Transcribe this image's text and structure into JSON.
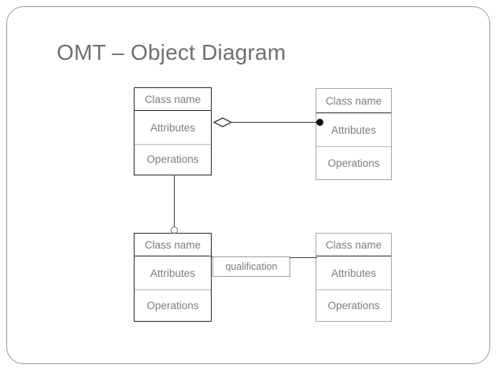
{
  "slide": {
    "title": "OMT – Object Diagram",
    "frame_color": "#9a9a9a",
    "background": "#ffffff",
    "title_color": "#6f6f6f"
  },
  "diagram": {
    "type": "OMT object diagram",
    "classes": [
      {
        "id": "top-left",
        "name": "Class name",
        "attributes_label": "Attributes",
        "operations_label": "Operations",
        "border_color": "#262626"
      },
      {
        "id": "top-right",
        "name": "Class name",
        "attributes_label": "Attributes",
        "operations_label": "Operations",
        "border_color": "#a8a8a8"
      },
      {
        "id": "bottom-left",
        "name": "Class name",
        "attributes_label": "Attributes",
        "operations_label": "Operations",
        "border_color": "#262626"
      },
      {
        "id": "bottom-right",
        "name": "Class name",
        "attributes_label": "Attributes",
        "operations_label": "Operations",
        "border_color": "#a8a8a8"
      }
    ],
    "qualifier": {
      "label": "qualification",
      "border_color": "#9e9e9e"
    },
    "connectors": [
      {
        "id": "aggregation",
        "from": "top-left",
        "to": "top-right",
        "source_adornment": "hollow-diamond",
        "target_adornment": "filled-ball"
      },
      {
        "id": "optional-association",
        "from": "top-left",
        "to": "bottom-left",
        "source_adornment": "none",
        "target_adornment": "hollow-ball"
      },
      {
        "id": "qualified-association",
        "from": "bottom-left",
        "to": "bottom-right",
        "source_adornment": "qualifier-box",
        "target_adornment": "none"
      }
    ],
    "line_color": "#3a3a3a",
    "text_color": "#7d7d7d"
  }
}
